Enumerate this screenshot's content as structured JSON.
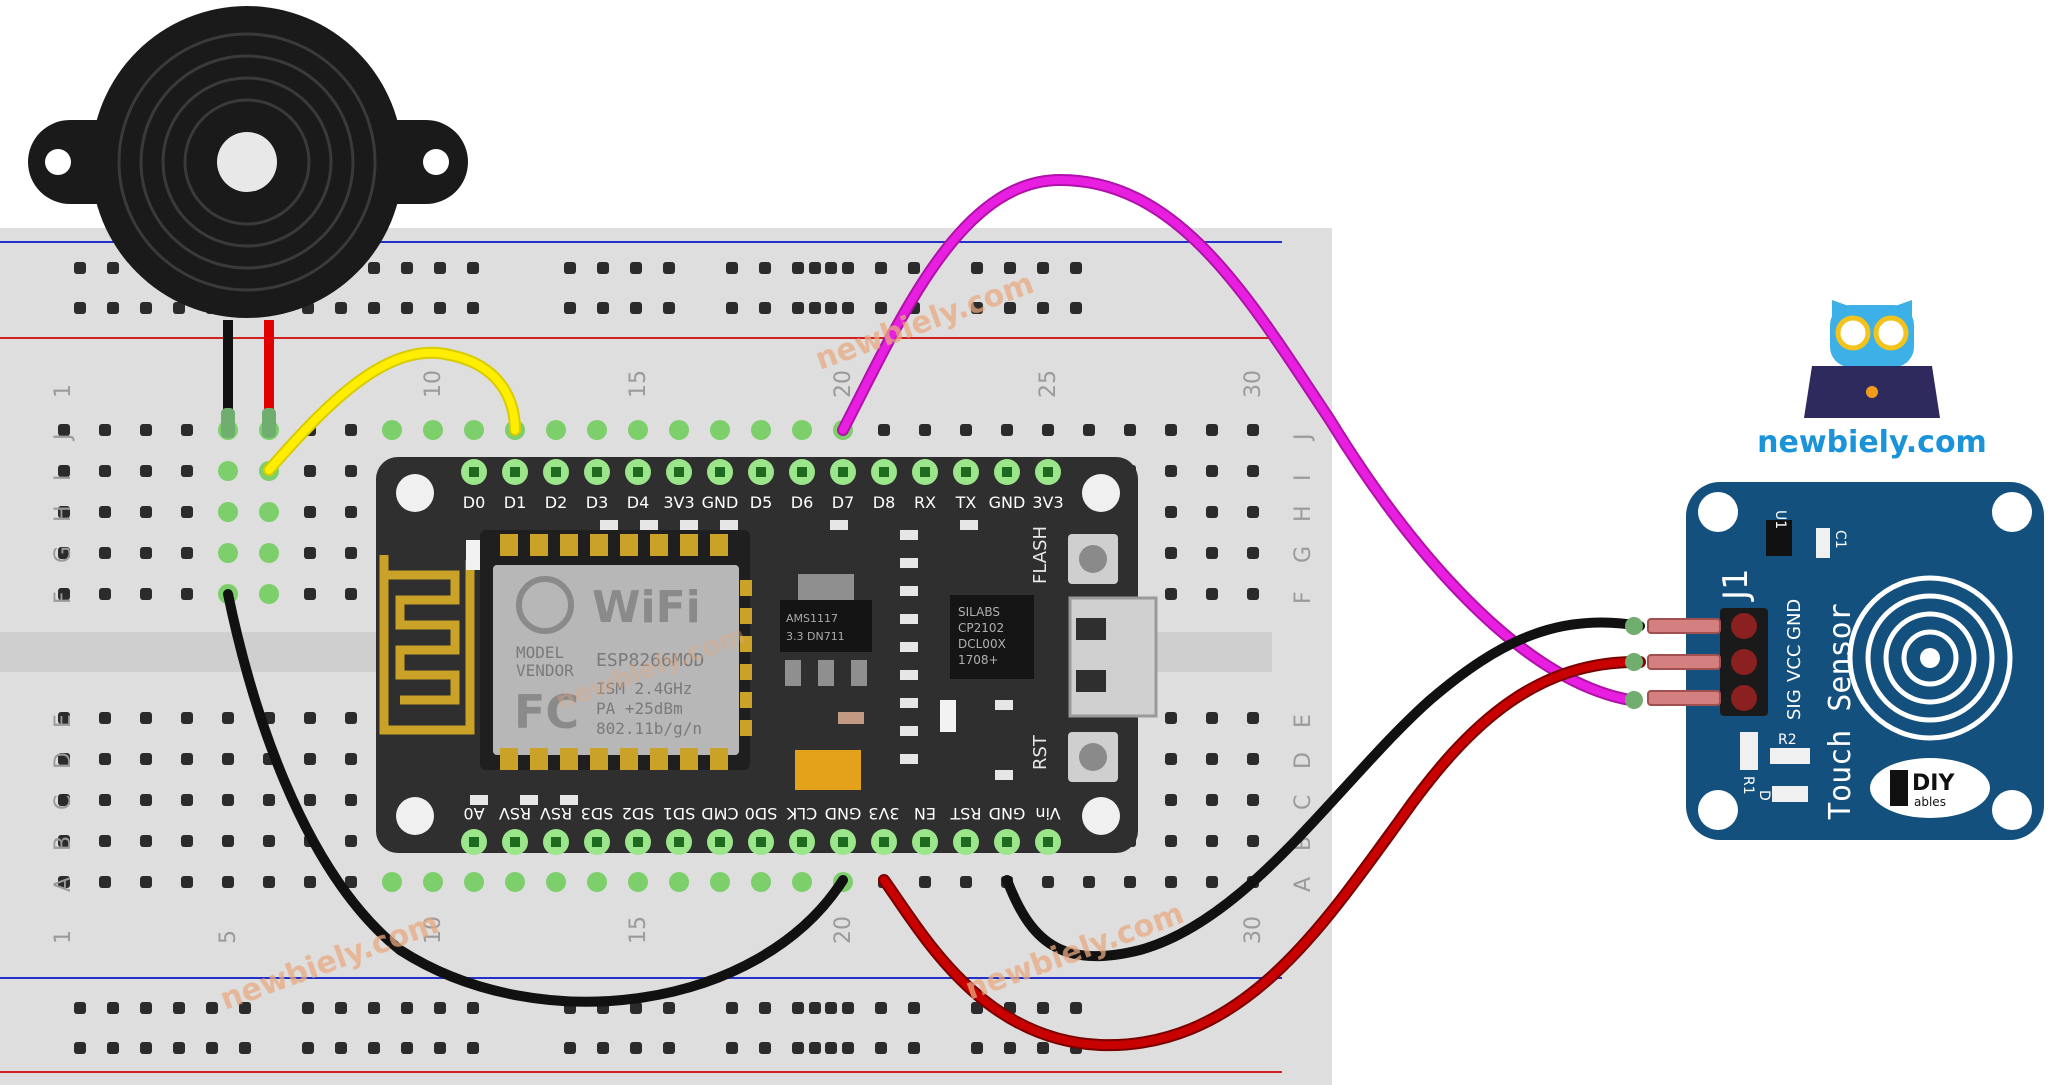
{
  "watermark": {
    "text": "newbiely.com",
    "brand_text": "newbiely.com"
  },
  "breadboard": {
    "col_numbers": [
      "1",
      "5",
      "10",
      "15",
      "20",
      "25",
      "30"
    ],
    "row_letters_top": [
      "J",
      "I",
      "H",
      "G",
      "F"
    ],
    "row_letters_bottom": [
      "E",
      "D",
      "C",
      "B",
      "A"
    ]
  },
  "nodemcu": {
    "top_pins": [
      "D0",
      "D1",
      "D2",
      "D3",
      "D4",
      "3V3",
      "GND",
      "D5",
      "D6",
      "D7",
      "D8",
      "RX",
      "TX",
      "GND",
      "3V3"
    ],
    "bottom_pins": [
      "A0",
      "RSV",
      "RSV",
      "SD3",
      "SD2",
      "SD1",
      "CMD",
      "SD0",
      "CLK",
      "GND",
      "3V3",
      "EN",
      "RST",
      "GND",
      "Vin"
    ],
    "module": {
      "brand": "WiFi",
      "lines": [
        "MODEL",
        "VENDOR"
      ],
      "model": "ESP8266MOD",
      "fc": "FC",
      "ism": "ISM 2.4GHz",
      "pa": "PA  +25dBm",
      "std": "802.11b/g/n"
    },
    "regulator": {
      "line1": "AMS1117",
      "line2": "3.3   DN711"
    },
    "usb_chip": {
      "line1": "SILABS",
      "line2": "CP2102",
      "line3": "DCL00X",
      "line4": "1708+"
    },
    "flash_label": "FLASH",
    "rst_label": "RST"
  },
  "touch_sensor": {
    "header": "J1",
    "pins": [
      "SIG",
      "VCC",
      "GND"
    ],
    "title": "Touch Sensor",
    "u1": "U1",
    "c1": "C1",
    "r1": "R1",
    "r2": "R2",
    "d": "D",
    "logo_top": "DIY",
    "logo_bottom": "ables"
  },
  "colors": {
    "board": "#dedede",
    "hole": "#2b2b2b",
    "rail_blue": "#2030c8",
    "rail_red": "#d02020",
    "wire_black": "#111111",
    "wire_red": "#c80000",
    "wire_yellow": "#ffee00",
    "wire_magenta": "#e81fe0",
    "pcb_dark": "#2f2f2f",
    "sensor_blue": "#14507e",
    "watermark": "#e9a880",
    "brand": "#1a93d8"
  }
}
